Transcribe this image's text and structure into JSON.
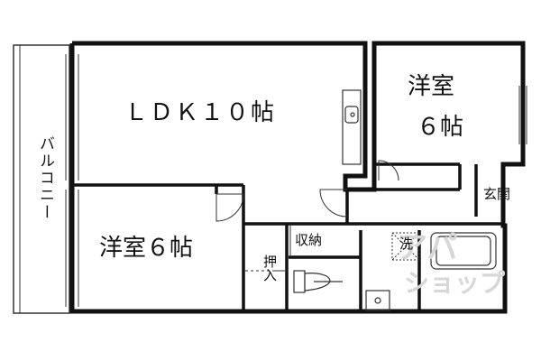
{
  "rooms": {
    "ldk": "ＬＤＫ１０帖",
    "western_room_1_line1": "洋室",
    "western_room_1_line2": "６帖",
    "western_room_2": "洋室６帖",
    "balcony": "バルコニー",
    "entrance": "玄関",
    "storage": "収納",
    "closet": "押入",
    "washer": "洗"
  },
  "watermark": {
    "line1": "アパ",
    "line2": "ショップ"
  },
  "colors": {
    "wall": "#111111",
    "line": "#333333",
    "watermark": "#d7d7d7",
    "background": "#ffffff"
  }
}
